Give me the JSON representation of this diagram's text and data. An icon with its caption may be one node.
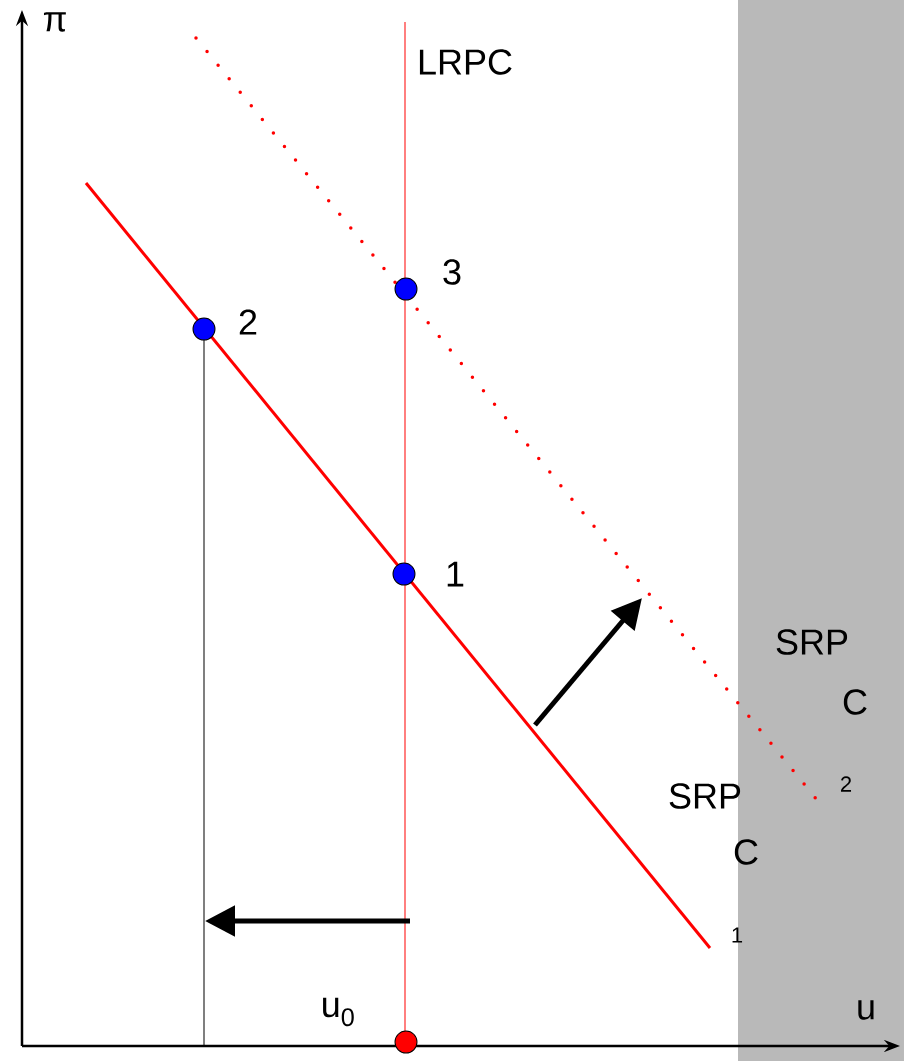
{
  "diagram": {
    "nodes": [
      {
        "text": [],
        "shape": "circle",
        "beside": [
          "2"
        ]
      },
      {
        "text": [],
        "shape": "circle",
        "beside": [
          "3"
        ]
      },
      {
        "text": [],
        "shape": "circle",
        "beside": [
          "1"
        ]
      },
      {
        "text": [],
        "shape": "circle",
        "beside": [
          "u$_{0}$"
        ]
      }
    ],
    "labels": [
      "π",
      "LRPC",
      "SRP",
      "C",
      "2",
      "SRP",
      "C",
      "1",
      "u"
    ]
  }
}
